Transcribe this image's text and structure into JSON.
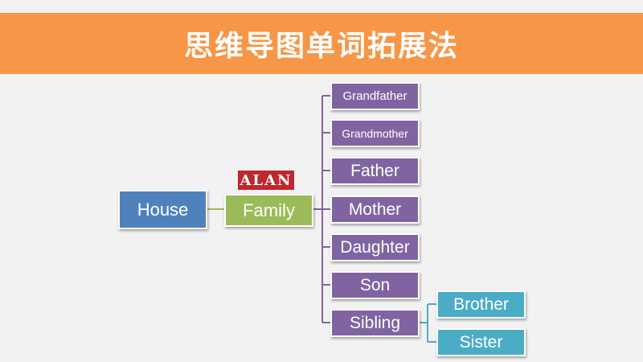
{
  "header": {
    "title": "思维导图单词拓展法"
  },
  "logo": {
    "text": "ALAN"
  },
  "root": {
    "label": "House"
  },
  "hub": {
    "label": "Family"
  },
  "members": [
    {
      "label": "Grandfather"
    },
    {
      "label": "Grandmother"
    },
    {
      "label": "Father"
    },
    {
      "label": "Mother"
    },
    {
      "label": "Daughter"
    },
    {
      "label": "Son"
    },
    {
      "label": "Sibling"
    }
  ],
  "siblings": [
    {
      "label": "Brother"
    },
    {
      "label": "Sister"
    }
  ],
  "colors": {
    "banner": "#f79646",
    "root": "#4f81bd",
    "hub": "#9bbb59",
    "members": "#8064a2",
    "siblings": "#4bacc6",
    "logo": "#c0272d"
  }
}
